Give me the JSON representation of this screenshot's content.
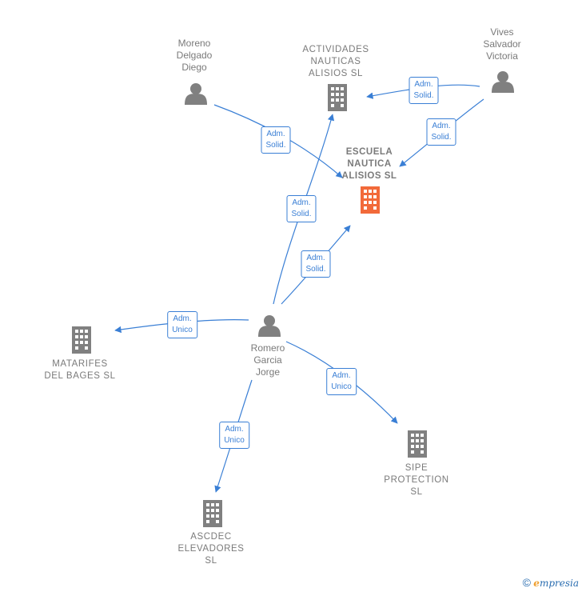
{
  "colors": {
    "edge": "#3a7fd5",
    "person": "#808080",
    "company": "#808080",
    "main_company": "#f26a3a"
  },
  "nodes": [
    {
      "id": "moreno",
      "kind": "person",
      "label": "Moreno\nDelgado\nDiego"
    },
    {
      "id": "actividades",
      "kind": "company",
      "label": "ACTIVIDADES\nNAUTICAS\nALISIOS  SL"
    },
    {
      "id": "vives",
      "kind": "person",
      "label": "Vives\nSalvador\nVictoria"
    },
    {
      "id": "escuela",
      "kind": "main-company",
      "label": "ESCUELA\nNAUTICA\nALISIOS  SL"
    },
    {
      "id": "romero",
      "kind": "person",
      "label": "Romero\nGarcia\nJorge"
    },
    {
      "id": "matarifes",
      "kind": "company",
      "label": "MATARIFES\nDEL BAGES  SL"
    },
    {
      "id": "sipe",
      "kind": "company",
      "label": "SIPE\nPROTECTION\nSL"
    },
    {
      "id": "ascdec",
      "kind": "company",
      "label": "ASCDEC\nELEVADORES\nSL"
    }
  ],
  "edges": [
    {
      "id": "vives-actividades",
      "label": "Adm.\nSolid."
    },
    {
      "id": "vives-escuela",
      "label": "Adm.\nSolid."
    },
    {
      "id": "moreno-escuela",
      "label": "Adm.\nSolid."
    },
    {
      "id": "romero-actividades",
      "label": "Adm.\nSolid."
    },
    {
      "id": "romero-escuela",
      "label": "Adm.\nSolid."
    },
    {
      "id": "romero-matarifes",
      "label": "Adm.\nUnico"
    },
    {
      "id": "romero-sipe",
      "label": "Adm.\nUnico"
    },
    {
      "id": "romero-ascdec",
      "label": "Adm.\nUnico"
    }
  ],
  "watermark": {
    "copyright": "©",
    "brand_first": "e",
    "brand_rest": "mpresia"
  }
}
